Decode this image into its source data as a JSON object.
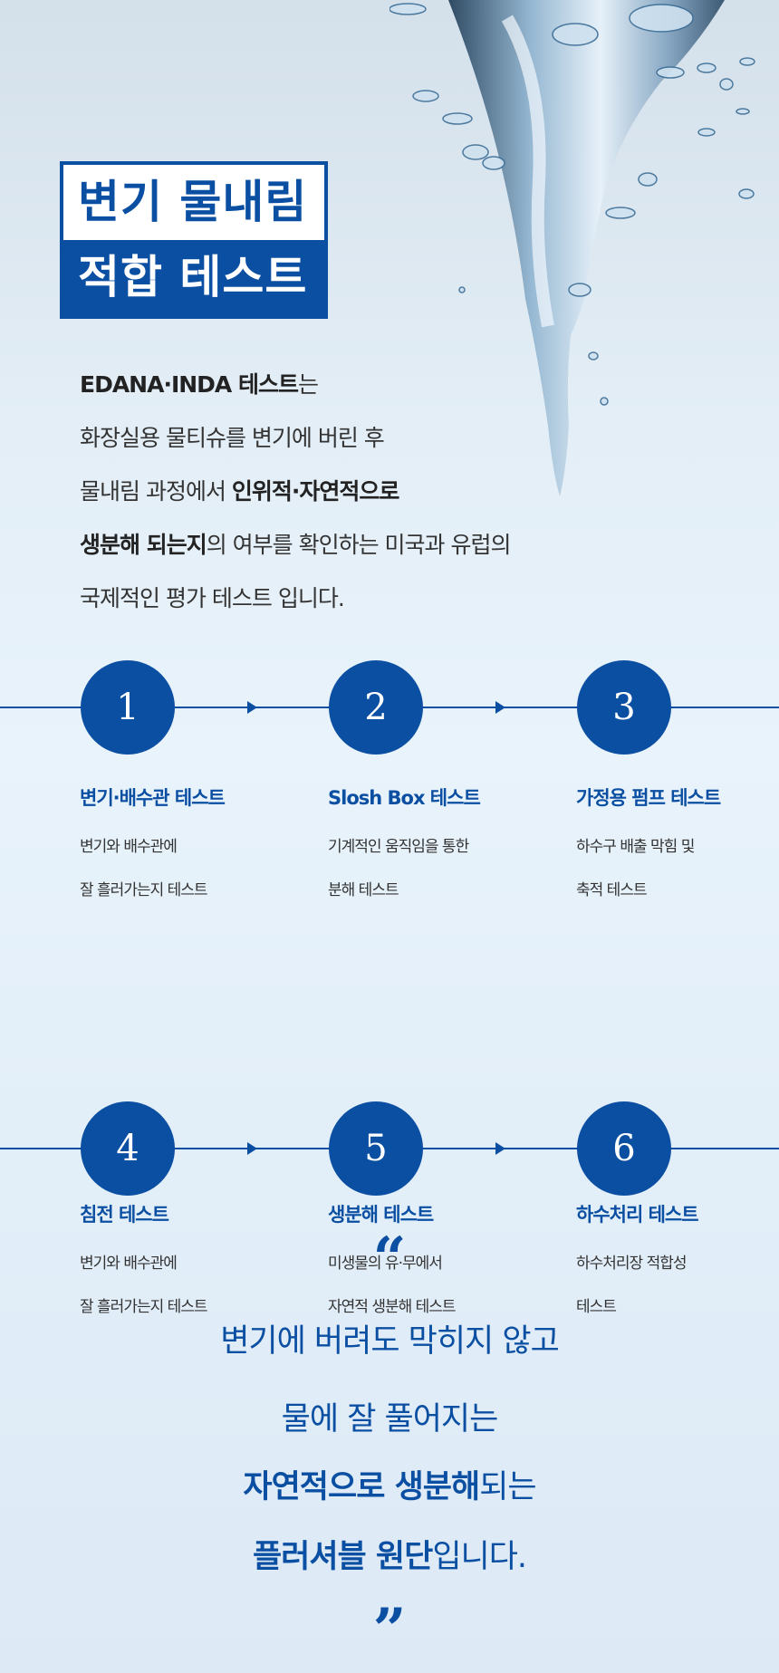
{
  "colors": {
    "accent": "#0b4fa3",
    "text": "#333333"
  },
  "title": {
    "line1": "변기 물내림",
    "line2": "적합 테스트"
  },
  "intro": {
    "l1_bold": "EDANA·INDA 테스트",
    "l1_rest": "는",
    "l2": "화장실용 물티슈를  변기에 버린 후",
    "l3_pre": "물내림 과정에서 ",
    "l3_bold": "인위적·자연적으로",
    "l4_bold": "생분해 되는지",
    "l4_rest": "의 여부를 확인하는 미국과 유럽의",
    "l5": "국제적인 평가 테스트 입니다."
  },
  "steps": [
    {
      "number": "1",
      "title": "변기·배수관 테스트",
      "desc1": "변기와 배수관에",
      "desc2": "잘 흘러가는지 테스트"
    },
    {
      "number": "2",
      "title": "Slosh Box 테스트",
      "desc1": "기계적인 움직임을 통한",
      "desc2": "분해 테스트"
    },
    {
      "number": "3",
      "title": "가정용 펌프 테스트",
      "desc1": "하수구 배출 막힘 및",
      "desc2": "축적 테스트"
    },
    {
      "number": "4",
      "title": "침전 테스트",
      "desc1": "변기와 배수관에",
      "desc2": "잘 흘러가는지 테스트"
    },
    {
      "number": "5",
      "title": "생분해 테스트",
      "desc1": "미생물의 유·무에서",
      "desc2": "자연적 생분해 테스트"
    },
    {
      "number": "6",
      "title": "하수처리 테스트",
      "desc1": "하수처리장 적합성",
      "desc2": "테스트"
    }
  ],
  "quote": {
    "open": "“",
    "close": "”",
    "l1": "변기에 버려도 막히지 않고",
    "l2": "물에 잘 풀어지는",
    "l3_bold": "자연적으로 생분해",
    "l3_rest": "되는",
    "l4_bold": "플러셔블 원단",
    "l4_rest": "입니다."
  }
}
